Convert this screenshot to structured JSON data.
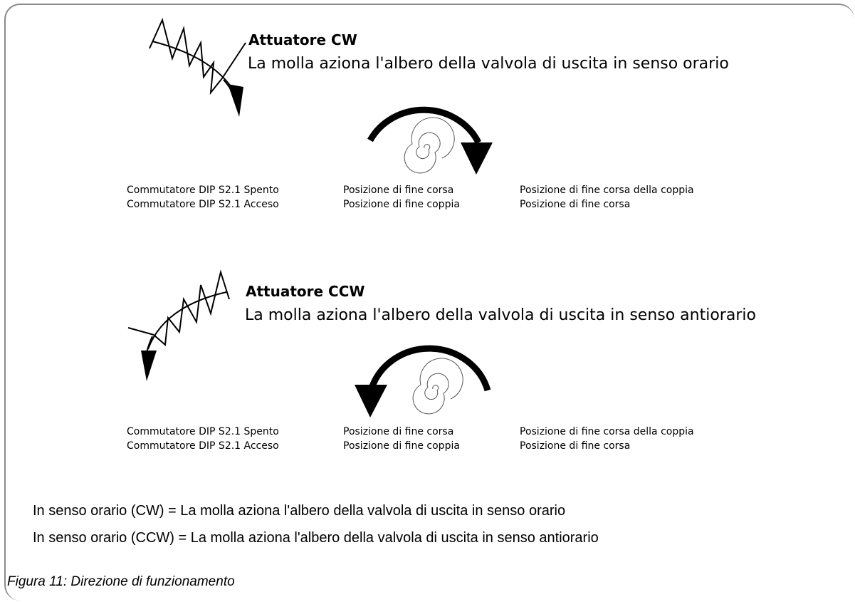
{
  "cw": {
    "title": "Attuatore CW",
    "description": "La molla aziona l'albero della valvola di uscita in senso orario",
    "row1": [
      "Commutatore DIP S2.1 Spento",
      "Posizione di fine corsa",
      "Posizione di fine corsa della coppia"
    ],
    "row2": [
      "Commutatore DIP S2.1 Acceso",
      "Posizione di fine coppia",
      "Posizione di fine corsa"
    ]
  },
  "ccw": {
    "title": "Attuatore CCW",
    "description": "La molla aziona l'albero della valvola di uscita in senso antiorario",
    "row1": [
      "Commutatore DIP S2.1 Spento",
      "Posizione di fine corsa",
      "Posizione di fine corsa della coppia"
    ],
    "row2": [
      "Commutatore DIP S2.1 Acceso",
      "Posizione di fine coppia",
      "Posizione di fine corsa"
    ]
  },
  "footnotes": [
    "In senso orario (CW) = La molla aziona l'albero della valvola di uscita in senso orario",
    "In senso orario (CCW) = La molla aziona l'albero della valvola di uscita in senso antiorario"
  ],
  "caption": "Figura 11: Direzione di funzionamento"
}
